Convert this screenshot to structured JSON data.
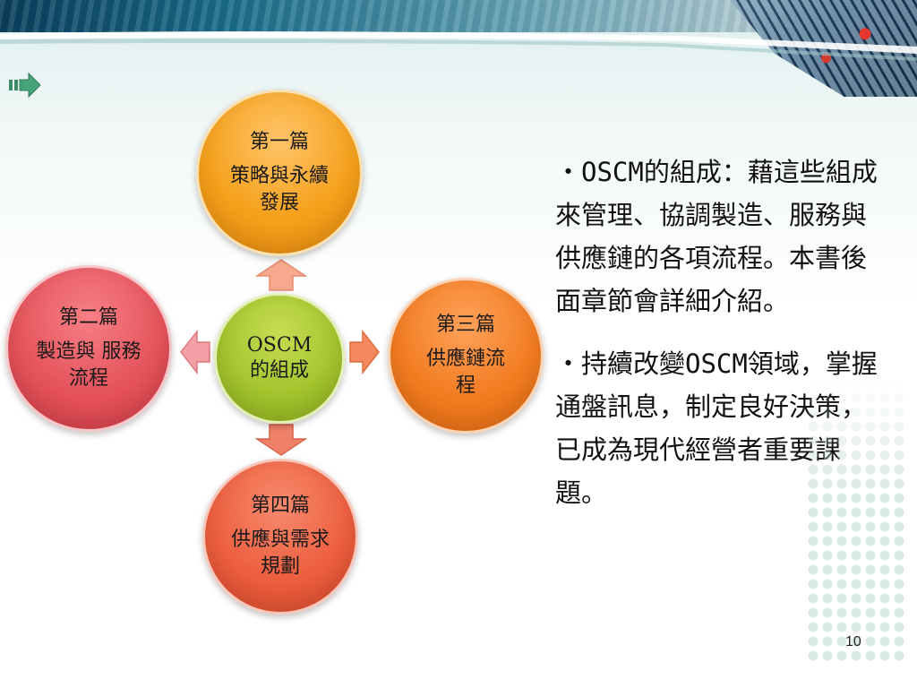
{
  "slide": {
    "page_number": "10",
    "colors": {
      "top": "#f5a11c",
      "left": "#e5535b",
      "right": "#f27c22",
      "bottom": "#ec5f3f",
      "center": "#a4c42e",
      "arrow_up": "#f6a98c",
      "arrow_right": "#f4895e",
      "arrow_left": "#f2a0a6",
      "arrow_down": "#ef8168"
    }
  },
  "diagram": {
    "center": {
      "label": "OSCM\n的組成",
      "line1": "OSCM",
      "line2": "的組成"
    },
    "top": {
      "title": "第一篇",
      "body": "策略與永續發展"
    },
    "left": {
      "title": "第二篇",
      "body": "製造與 服務流程"
    },
    "right": {
      "title": "第三篇",
      "body": "供應鏈流程"
    },
    "bottom": {
      "title": "第四篇",
      "body": "供應與需求規劃"
    }
  },
  "text": {
    "bullet1": "・OSCM的組成：藉這些組成來管理、協調製造、服務與供應鏈的各項流程。本書後面章節會詳細介紹。",
    "bullet2": "・持續改變OSCM領域，掌握通盤訊息，制定良好決策，已成為現代經營者重要課題。"
  }
}
